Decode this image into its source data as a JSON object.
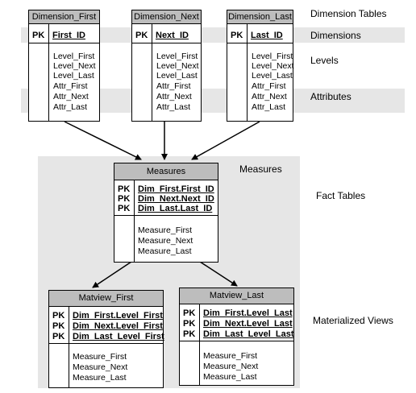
{
  "labels": {
    "dimension_tables": "Dimension Tables",
    "dimensions": "Dimensions",
    "levels": "Levels",
    "attributes": "Attributes",
    "measures": "Measures",
    "fact_tables": "Fact Tables",
    "materialized_views": "Materialized Views"
  },
  "dimension_first": {
    "title": "Dimension_First",
    "pk": "PK",
    "key": "First_ID",
    "levels": [
      "Level_First",
      "Level_Next",
      "Level_Last"
    ],
    "attributes": [
      "Attr_First",
      "Attr_Next",
      "Attr_Last"
    ]
  },
  "dimension_next": {
    "title": "Dimension_Next",
    "pk": "PK",
    "key": "Next_ID",
    "levels": [
      "Level_First",
      "Level_Next",
      "Level_Last"
    ],
    "attributes": [
      "Attr_First",
      "Attr_Next",
      "Attr_Last"
    ]
  },
  "dimension_last": {
    "title": "Dimension_Last",
    "pk": "PK",
    "key": "Last_ID",
    "levels": [
      "Level_First",
      "Level_Next",
      "Level_Last"
    ],
    "attributes": [
      "Attr_First",
      "Attr_Next",
      "Attr_Last"
    ]
  },
  "measures_table": {
    "title": "Measures",
    "pks": [
      "PK",
      "PK",
      "PK"
    ],
    "keys": [
      "Dim_First.First_ID",
      "Dim_Next.Next_ID",
      "Dim_Last.Last_ID"
    ],
    "fields": [
      "Measure_First",
      "Measure_Next",
      "Measure_Last"
    ]
  },
  "matview_first": {
    "title": "Matview_First",
    "pks": [
      "PK",
      "PK",
      "PK"
    ],
    "keys": [
      "Dim_First.Level_First",
      "Dim_Next.Level_First",
      "Dim_Last_Level_First"
    ],
    "fields": [
      "Measure_First",
      "Measure_Next",
      "Measure_Last"
    ]
  },
  "matview_last": {
    "title": "Matview_Last",
    "pks": [
      "PK",
      "PK",
      "PK"
    ],
    "keys": [
      "Dim_First.Level_Last",
      "Dim_Next.Level_Last",
      "Dim_Last_Level_Last"
    ],
    "fields": [
      "Measure_First",
      "Measure_Next",
      "Measure_Last"
    ]
  }
}
